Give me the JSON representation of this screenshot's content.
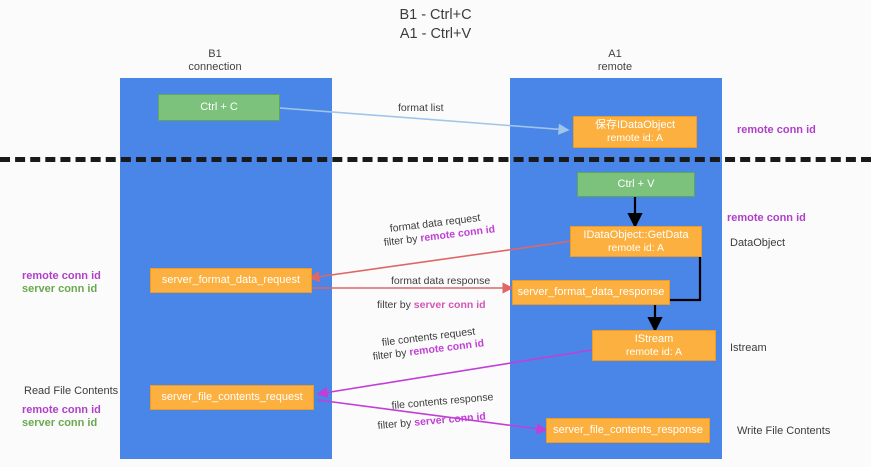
{
  "title": {
    "line1": "B1 - Ctrl+C",
    "line2": "A1 - Ctrl+V"
  },
  "columns": [
    {
      "name": "B1",
      "role": "connection"
    },
    {
      "name": "A1",
      "role": "remote"
    }
  ],
  "colors": {
    "lane": "#4a86e8",
    "green_box": "#7cc27c",
    "orange_box": "#fbb03f",
    "remote_conn_id": "#b03fc9",
    "server_conn_id": "#6aa84f",
    "format_list_arrow": "#9fc5e8",
    "format_data_arrow": "#e06666",
    "file_contents_arrow": "#c13fd6",
    "flow_arrow": "#000000",
    "divider": "#1a1a1a",
    "text": "#3c3c3c"
  },
  "boxes": {
    "ctrl_c": {
      "line1": "Ctrl + C",
      "line2": ""
    },
    "idataobject_top": {
      "line1": "保存IDataObject",
      "line2": "remote id: A"
    },
    "ctrl_v": {
      "line1": "Ctrl + V",
      "line2": ""
    },
    "getdata": {
      "line1": "IDataObject::GetData",
      "line2": "remote id: A"
    },
    "server_format_data_request": {
      "line1": "server_format_data_request",
      "line2": ""
    },
    "server_format_data_response": {
      "line1": "server_format_data_response",
      "line2": ""
    },
    "istream": {
      "line1": "IStream",
      "line2": "remote id: A"
    },
    "server_file_contents_request": {
      "line1": "server_file_contents_request",
      "line2": ""
    },
    "server_file_contents_response": {
      "line1": "server_file_contents_response",
      "line2": ""
    }
  },
  "edge_labels": {
    "format_list": "format list",
    "format_data_request": "format data request",
    "format_data_request_filter_prefix": "filter by ",
    "format_data_request_filter_key": "remote conn id",
    "format_data_response": "format data response",
    "format_data_response_filter_prefix": "filter by ",
    "format_data_response_filter_key": "server conn id",
    "file_contents_request": "file contents request",
    "file_contents_request_filter_prefix": "filter by ",
    "file_contents_request_filter_key": "remote conn id",
    "file_contents_response": "file contents response",
    "file_contents_response_filter_prefix": "filter by ",
    "file_contents_response_filter_key": "server conn id"
  },
  "annotations": {
    "right_remote_conn_id_top": "remote conn id",
    "right_remote_conn_id_mid": "remote conn id",
    "right_dataobject": "DataObject",
    "right_istream": "Istream",
    "right_write_file_contents": "Write File Contents",
    "left_remote_conn_id_mid": "remote conn id",
    "left_server_conn_id_mid": "server conn id",
    "left_read_file_contents": "Read File Contents",
    "left_remote_conn_id_bottom": "remote conn id",
    "left_server_conn_id_bottom": "server conn id"
  }
}
